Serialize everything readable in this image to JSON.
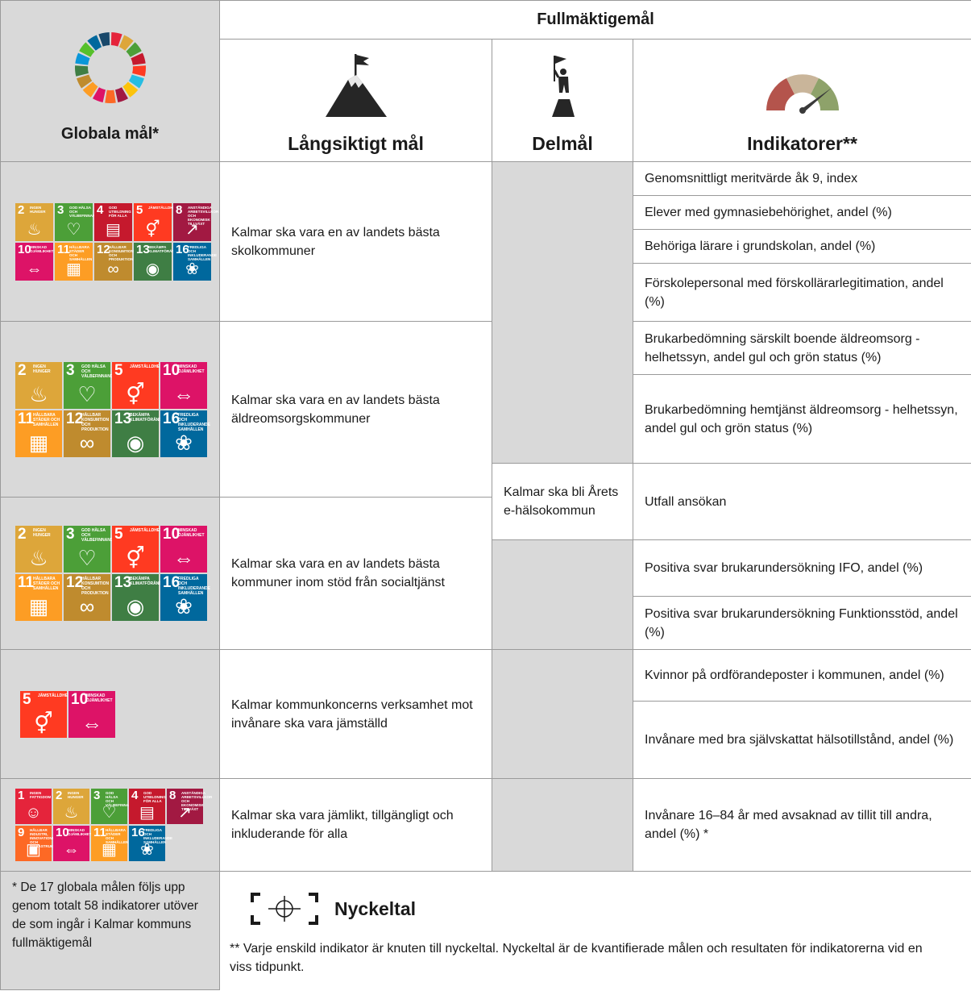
{
  "header": {
    "fullmaktige_label": "Fullmäktigemål",
    "global_label": "Globala mål*",
    "longterm_label": "Långsiktigt mål",
    "delmal_label": "Delmål",
    "indikatorer_label": "Indikatorer**"
  },
  "colors": {
    "sdg1": "#e5243b",
    "sdg2": "#dda63a",
    "sdg3": "#4c9f38",
    "sdg4": "#c5192d",
    "sdg5": "#ff3a21",
    "sdg8": "#a21942",
    "sdg9": "#fd6925",
    "sdg10": "#dd1367",
    "sdg11": "#fd9d24",
    "sdg12": "#bf8b2e",
    "sdg13": "#3f7e44",
    "sdg16": "#00689d",
    "grey_cell": "#d9d9d9",
    "border": "#9a9a9a"
  },
  "rows": [
    {
      "sdgs": [
        {
          "num": "2",
          "label": "Ingen hunger",
          "color": "#dda63a",
          "icon": "bowl-icon"
        },
        {
          "num": "3",
          "label": "God hälsa och välbefinnande",
          "color": "#4c9f38",
          "icon": "heartbeat-icon"
        },
        {
          "num": "4",
          "label": "God utbildning för alla",
          "color": "#c5192d",
          "icon": "book-icon"
        },
        {
          "num": "5",
          "label": "Jämställdhet",
          "color": "#ff3a21",
          "icon": "gender-icon"
        },
        {
          "num": "8",
          "label": "Anständiga arbetsvillkor och ekonomisk tillväxt",
          "color": "#a21942",
          "icon": "growth-icon"
        },
        {
          "num": "10",
          "label": "Minskad ojämlikhet",
          "color": "#dd1367",
          "icon": "equality-icon"
        },
        {
          "num": "11",
          "label": "Hållbara städer och samhällen",
          "color": "#fd9d24",
          "icon": "city-icon"
        },
        {
          "num": "12",
          "label": "Hållbar konsumtion och produktion",
          "color": "#bf8b2e",
          "icon": "infinity-icon"
        },
        {
          "num": "13",
          "label": "Bekämpa klimatförändringarna",
          "color": "#3f7e44",
          "icon": "eye-earth-icon"
        },
        {
          "num": "16",
          "label": "Fredliga och inkluderande samhällen",
          "color": "#00689d",
          "icon": "dove-icon"
        }
      ],
      "goal": "Kalmar ska vara en av landets bästa skolkommuner",
      "indicators": [
        "Genomsnittligt meritvärde åk 9, index",
        "Elever med gymnasiebehörighet, andel (%)",
        "Behöriga lärare i grundskolan, andel (%)",
        "Förskolepersonal med förskollärarlegitimation, andel (%)"
      ]
    },
    {
      "sdgs": [
        {
          "num": "2",
          "label": "Ingen hunger",
          "color": "#dda63a",
          "icon": "bowl-icon"
        },
        {
          "num": "3",
          "label": "God hälsa och välbefinnande",
          "color": "#4c9f38",
          "icon": "heartbeat-icon"
        },
        {
          "num": "5",
          "label": "Jämställdhet",
          "color": "#ff3a21",
          "icon": "gender-icon"
        },
        {
          "num": "10",
          "label": "Minskad ojämlikhet",
          "color": "#dd1367",
          "icon": "equality-icon"
        },
        {
          "num": "11",
          "label": "Hållbara städer och samhällen",
          "color": "#fd9d24",
          "icon": "city-icon"
        },
        {
          "num": "12",
          "label": "Hållbar konsumtion och produktion",
          "color": "#bf8b2e",
          "icon": "infinity-icon"
        },
        {
          "num": "13",
          "label": "Bekämpa klimatförändringarna",
          "color": "#3f7e44",
          "icon": "eye-earth-icon"
        },
        {
          "num": "16",
          "label": "Fredliga och inkluderande samhällen",
          "color": "#00689d",
          "icon": "dove-icon"
        }
      ],
      "goal": "Kalmar ska vara en av landets bästa äldreomsorgskommuner",
      "indicators": [
        "Brukarbedömning särskilt boende äldreomsorg - helhetssyn, andel gul och grön status (%)",
        "Brukarbedömning hemtjänst äldreomsorg - helhetssyn, andel gul och grön status (%)"
      ]
    },
    {
      "sdgs": [
        {
          "num": "2",
          "label": "Ingen hunger",
          "color": "#dda63a",
          "icon": "bowl-icon"
        },
        {
          "num": "3",
          "label": "God hälsa och välbefinnande",
          "color": "#4c9f38",
          "icon": "heartbeat-icon"
        },
        {
          "num": "5",
          "label": "Jämställdhet",
          "color": "#ff3a21",
          "icon": "gender-icon"
        },
        {
          "num": "10",
          "label": "Minskad ojämlikhet",
          "color": "#dd1367",
          "icon": "equality-icon"
        },
        {
          "num": "11",
          "label": "Hållbara städer och samhällen",
          "color": "#fd9d24",
          "icon": "city-icon"
        },
        {
          "num": "12",
          "label": "Hållbar konsumtion och produktion",
          "color": "#bf8b2e",
          "icon": "infinity-icon"
        },
        {
          "num": "13",
          "label": "Bekämpa klimatförändringarna",
          "color": "#3f7e44",
          "icon": "eye-earth-icon"
        },
        {
          "num": "16",
          "label": "Fredliga och inkluderande samhällen",
          "color": "#00689d",
          "icon": "dove-icon"
        }
      ],
      "goal": "Kalmar ska vara en av landets bästa kommuner inom stöd från socialtjänst",
      "delmal": "Kalmar ska bli Årets e-hälsokommun",
      "delmal_indicator": "Utfall ansökan",
      "indicators": [
        "Positiva svar brukarundersökning IFO, andel (%)",
        "Positiva svar brukarundersökning Funktionsstöd, andel (%)"
      ]
    },
    {
      "sdgs": [
        {
          "num": "5",
          "label": "Jämställdhet",
          "color": "#ff3a21",
          "icon": "gender-icon"
        },
        {
          "num": "10",
          "label": "Minskad ojämlikhet",
          "color": "#dd1367",
          "icon": "equality-icon"
        }
      ],
      "goal": "Kalmar kommunkoncerns verksamhet mot invånare ska vara jämställd",
      "indicators": [
        "Kvinnor på ordförandeposter i kommunen, andel (%)",
        "Invånare med bra självskattat hälsotillstånd, andel (%)"
      ]
    },
    {
      "sdgs": [
        {
          "num": "1",
          "label": "Ingen fattigdom",
          "color": "#e5243b",
          "icon": "family-icon"
        },
        {
          "num": "2",
          "label": "Ingen hunger",
          "color": "#dda63a",
          "icon": "bowl-icon"
        },
        {
          "num": "3",
          "label": "God hälsa och välbefinnande",
          "color": "#4c9f38",
          "icon": "heartbeat-icon"
        },
        {
          "num": "4",
          "label": "God utbildning för alla",
          "color": "#c5192d",
          "icon": "book-icon"
        },
        {
          "num": "8",
          "label": "Anständiga arbetsvillkor och ekonomisk tillväxt",
          "color": "#a21942",
          "icon": "growth-icon"
        },
        {
          "num": "9",
          "label": "Hållbar industri, innovationer och infrastruktur",
          "color": "#fd6925",
          "icon": "cubes-icon"
        },
        {
          "num": "10",
          "label": "Minskad ojämlikhet",
          "color": "#dd1367",
          "icon": "equality-icon"
        },
        {
          "num": "11",
          "label": "Hållbara städer och samhällen",
          "color": "#fd9d24",
          "icon": "city-icon"
        },
        {
          "num": "16",
          "label": "Fredliga och inkluderande samhällen",
          "color": "#00689d",
          "icon": "dove-icon"
        }
      ],
      "goal": "Kalmar ska vara jämlikt, tillgängligt och inkluderande för alla",
      "indicators": [
        "Invånare 16–84 år med avsaknad av tillit till andra, andel (%) *"
      ]
    }
  ],
  "footer": {
    "global_note": "* De 17 globala målen följs upp genom totalt 58 indikatorer utöver de som ingår i Kalmar kommuns fullmäktigemål",
    "nyckeltal_title": "Nyckeltal",
    "nyckeltal_note": "** Varje enskild indikator är knuten till nyckeltal. Nyckeltal är de kvantifierade målen och resultaten för indikatorerna vid en viss tidpunkt."
  }
}
